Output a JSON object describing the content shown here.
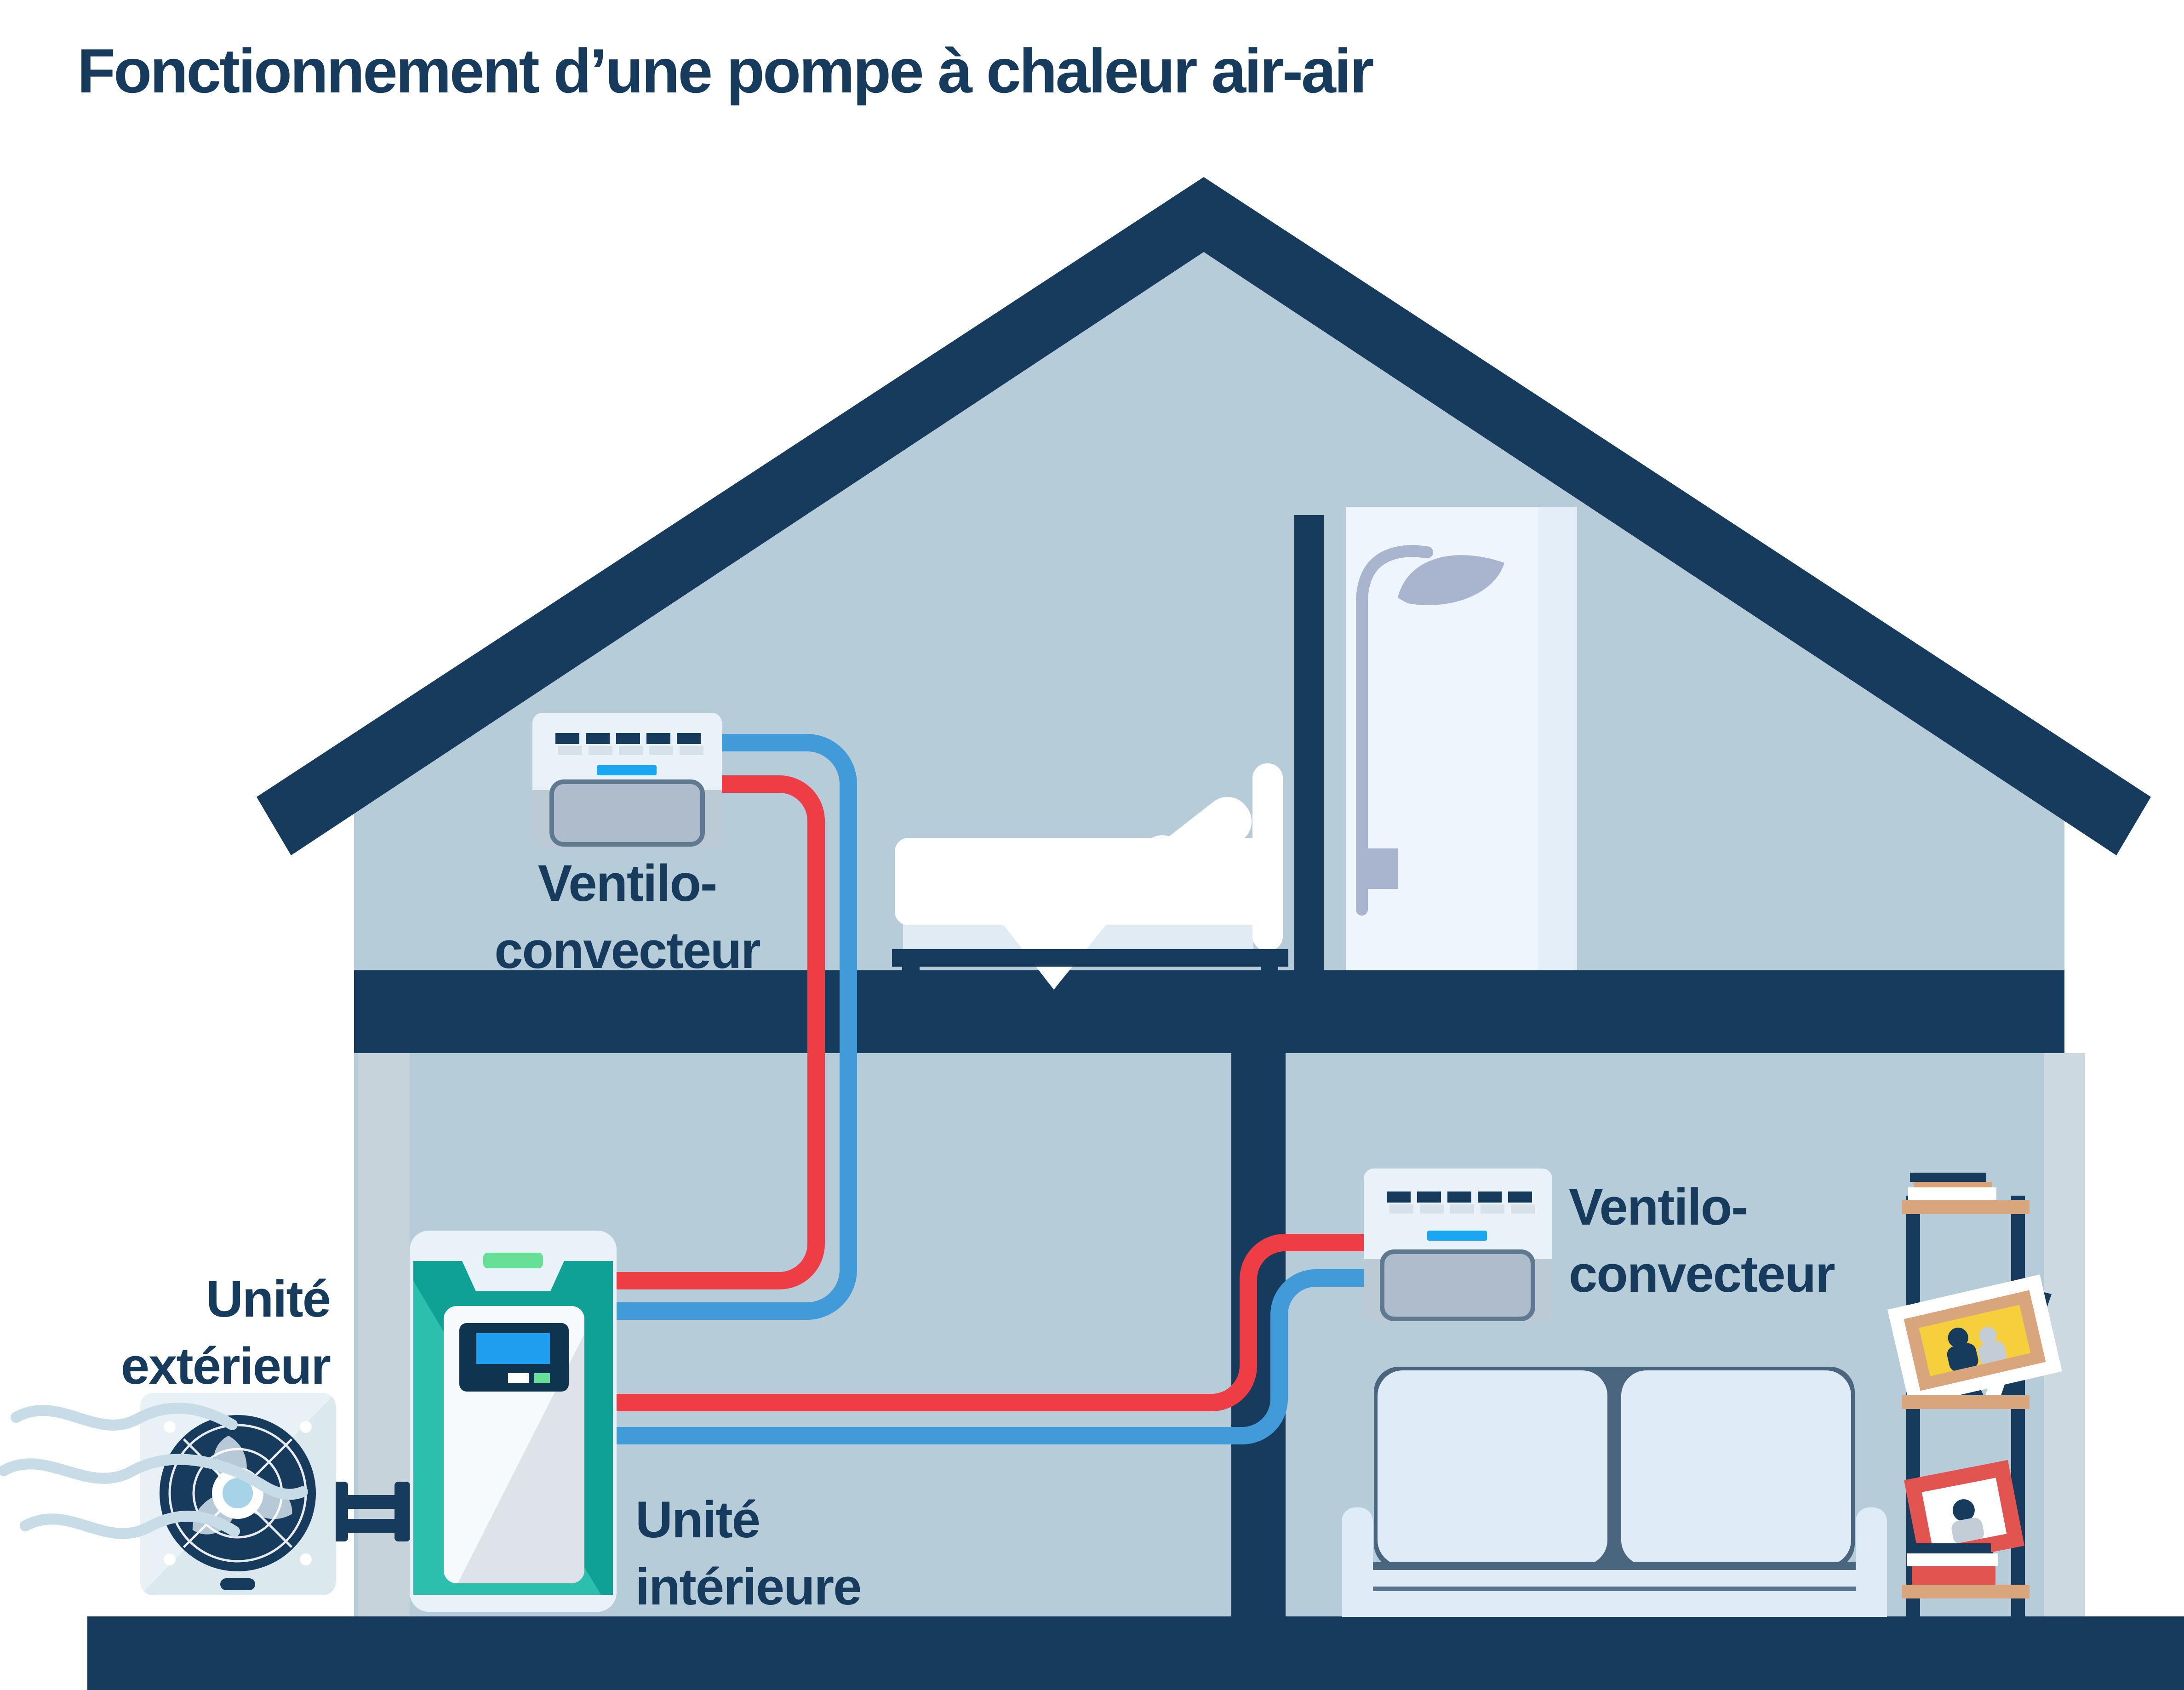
{
  "title": "Fonctionnement d’une pompe à chaleur air-air",
  "labels": {
    "fan_coil_upper": {
      "line1": "Ventilo-",
      "line2": "convecteur"
    },
    "fan_coil_living": {
      "line1": "Ventilo-",
      "line2": "convecteur"
    },
    "outdoor_unit": {
      "line1": "Unité",
      "line2": "extérieur"
    },
    "indoor_unit": {
      "line1": "Unité",
      "line2": "intérieure"
    }
  },
  "colors": {
    "structure_navy": "#173b5d",
    "wall": "#b6cdd9",
    "wall_edge_left": "#c6d3da",
    "wall_edge_right": "#cdd9e1",
    "pipe_hot_red": "#ef3d45",
    "pipe_cold_blue": "#429bd9",
    "indoor_unit_teal": "#12a89b",
    "indoor_unit_teal_light": "#2cbfae",
    "display_cyan": "#1ba6f2",
    "indicator_green": "#68df96",
    "screen_blue": "#1f9ef0",
    "shelf_tan": "#d9a57c",
    "book_red": "#e2544f",
    "photo_yellow": "#f6cf3d",
    "fan_blade_gray": "#b7c9d6",
    "fan_hub_blue": "#a6d3e8",
    "sofa_light": "#dfecf8",
    "sofa_shadow": "#4a667f",
    "shower_fixture_gray": "#a9b4cf",
    "wind_blue": "#c8dce8",
    "ac_body": "#e9f2f9",
    "ac_flap_gray": "#b7c5d1"
  }
}
